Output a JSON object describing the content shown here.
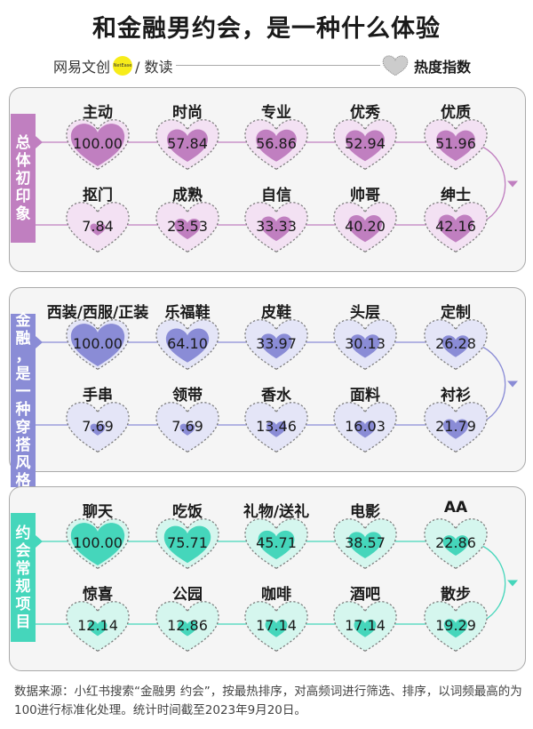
{
  "title": "和金融男约会，是一种什么体验",
  "brand": {
    "name": "网易文创",
    "badge": "NetEase",
    "sub": "/ 数读"
  },
  "legend": {
    "label": "热度指数"
  },
  "footer": "数据来源：小红书搜索“金融男 约会”，按最热排序，对高频词进行筛选、排序，以词频最高的为100进行标准化处理。统计时间截至2023年9月20日。",
  "chart_data": [
    {
      "type": "table",
      "title": "总体初印象",
      "color": "#c07fc0",
      "light": "#f3e1f3",
      "categories": [
        "主动",
        "时尚",
        "专业",
        "优秀",
        "优质",
        "抠门",
        "成熟",
        "自信",
        "帅哥",
        "绅士"
      ],
      "values": [
        "100.00",
        "57.84",
        "56.86",
        "52.94",
        "51.96",
        "7.84",
        "23.53",
        "33.33",
        "40.20",
        "42.16"
      ]
    },
    {
      "type": "table",
      "title": "金融，是一种穿搭风格",
      "color": "#8a8cd6",
      "light": "#e4e5f7",
      "categories": [
        "西装/西服/正装",
        "乐福鞋",
        "皮鞋",
        "头层",
        "定制",
        "手串",
        "领带",
        "香水",
        "面料",
        "衬衫"
      ],
      "values": [
        "100.00",
        "64.10",
        "33.97",
        "30.13",
        "26.28",
        "7.69",
        "7.69",
        "13.46",
        "16.03",
        "21.79"
      ]
    },
    {
      "type": "table",
      "title": "约会常规项目",
      "color": "#45d6bb",
      "light": "#d5f6ee",
      "categories": [
        "聊天",
        "吃饭",
        "礼物/送礼",
        "电影",
        "AA",
        "惊喜",
        "公园",
        "咖啡",
        "酒吧",
        "散步"
      ],
      "values": [
        "100.00",
        "75.71",
        "45.71",
        "38.57",
        "22.86",
        "12.14",
        "12.86",
        "17.14",
        "17.14",
        "19.29"
      ]
    }
  ]
}
